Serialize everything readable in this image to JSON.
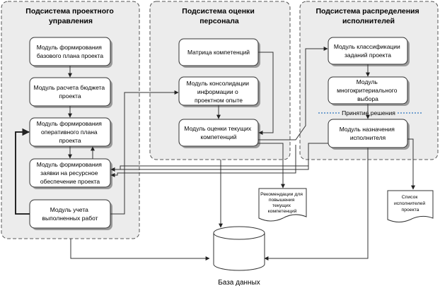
{
  "panels": {
    "project_management": [
      "Подсистема проектного",
      "управления"
    ],
    "personnel_assessment": [
      "Подсистема оценки",
      "персонала"
    ],
    "distribution": [
      "Подсистема распределения",
      "исполнителей"
    ]
  },
  "modules": {
    "base_plan": [
      "Модуль формирования",
      "базового плана проекта"
    ],
    "budget": [
      "Модуль расчета бюджета",
      "проекта"
    ],
    "operative_plan": [
      "Модуль формирования",
      "оперативного плана",
      "проекта"
    ],
    "resource_request": [
      "Модуль формирования",
      "заявки на ресурсное",
      "обеспечение проекта"
    ],
    "execution_tracking": [
      "Модуль учета",
      "выполненных работ"
    ],
    "competency_matrix": [
      "Матрица компетенций"
    ],
    "consolidation": [
      "Модуль консолидации",
      "информации о",
      "проектном опыте"
    ],
    "current_assessment": [
      "Модуль оценки текущих",
      "компетенций"
    ],
    "classification": [
      "Модуль классификации",
      "заданий проекта"
    ],
    "multicriteria": [
      "Модуль",
      "многокритериального",
      "выбора"
    ],
    "assignment": [
      "Модуль назначения",
      "исполнителя"
    ]
  },
  "labels": {
    "decision_making": "Принятие решения",
    "database": "База данных"
  },
  "documents": {
    "recommendations": [
      "Рекомендации для",
      "повышения",
      "текущих",
      "компетенций"
    ],
    "executors_list": [
      "Список",
      "исполнителей",
      "проекта"
    ]
  }
}
